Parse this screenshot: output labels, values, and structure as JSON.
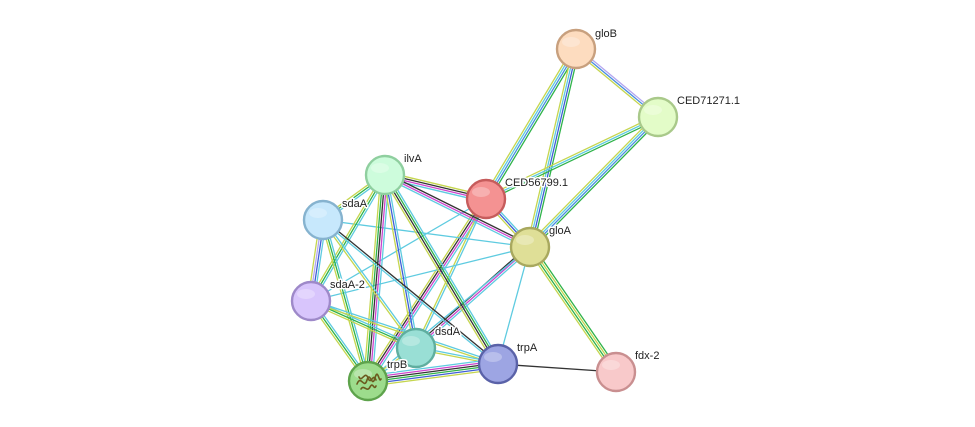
{
  "network": {
    "nodes": [
      {
        "id": "gloB",
        "label": "gloB",
        "fill": "#fddcbf",
        "stroke": "#c8a07e"
      },
      {
        "id": "CED71271.1",
        "label": "CED71271.1",
        "fill": "#e3fcc8",
        "stroke": "#a9c98a"
      },
      {
        "id": "ilvA",
        "label": "ilvA",
        "fill": "#cdfcdc",
        "stroke": "#8fcf9f"
      },
      {
        "id": "CED56799.1",
        "label": "CED56799.1",
        "fill": "#f49292",
        "stroke": "#c65c5c"
      },
      {
        "id": "sdaA",
        "label": "sdaA",
        "fill": "#c7e8fc",
        "stroke": "#86b3cf"
      },
      {
        "id": "gloA",
        "label": "gloA",
        "fill": "#dfdf97",
        "stroke": "#a8a85e"
      },
      {
        "id": "sdaA-2",
        "label": "sdaA-2",
        "fill": "#d8c5fc",
        "stroke": "#9e89c9"
      },
      {
        "id": "dsdA",
        "label": "dsdA",
        "fill": "#99dfd5",
        "stroke": "#5fae9f"
      },
      {
        "id": "trpA",
        "label": "trpA",
        "fill": "#9da5e3",
        "stroke": "#5a62a8"
      },
      {
        "id": "trpB",
        "label": "trpB",
        "fill": "#9ddc8c",
        "stroke": "#5ea34c",
        "structure_icon": "protein-structure-icon"
      },
      {
        "id": "fdx-2",
        "label": "fdx-2",
        "fill": "#f8c9ca",
        "stroke": "#c98f90"
      }
    ],
    "evidence_colors": {
      "database": "#5ecbe0",
      "experiments": "#cc44cc",
      "textmining": "#c5d64f",
      "coexpression": "#333333",
      "neighborhood": "#2fb34a",
      "fusion": "#3f5fd6",
      "cooccurrence": "#4a8fe0",
      "homology": "#b4a6f0"
    },
    "edges": [
      {
        "source": "gloB",
        "target": "CED71271.1",
        "evidence": [
          "homology",
          "cooccurrence",
          "textmining"
        ]
      },
      {
        "source": "gloB",
        "target": "CED56799.1",
        "evidence": [
          "neighborhood",
          "cooccurrence",
          "database",
          "textmining"
        ]
      },
      {
        "source": "gloB",
        "target": "gloA",
        "evidence": [
          "neighborhood",
          "fusion",
          "database",
          "textmining"
        ]
      },
      {
        "source": "CED71271.1",
        "target": "CED56799.1",
        "evidence": [
          "neighborhood",
          "database",
          "textmining"
        ]
      },
      {
        "source": "CED71271.1",
        "target": "gloA",
        "evidence": [
          "neighborhood",
          "cooccurrence",
          "database",
          "textmining"
        ]
      },
      {
        "source": "CED56799.1",
        "target": "gloA",
        "evidence": [
          "database",
          "fusion",
          "textmining"
        ]
      },
      {
        "source": "CED56799.1",
        "target": "ilvA",
        "evidence": [
          "database",
          "experiments",
          "coexpression",
          "textmining"
        ]
      },
      {
        "source": "CED56799.1",
        "target": "trpB",
        "evidence": [
          "database",
          "experiments",
          "coexpression",
          "textmining"
        ]
      },
      {
        "source": "CED56799.1",
        "target": "dsdA",
        "evidence": [
          "database",
          "textmining"
        ]
      },
      {
        "source": "CED56799.1",
        "target": "sdaA-2",
        "evidence": [
          "database"
        ]
      },
      {
        "source": "gloA",
        "target": "fdx-2",
        "evidence": [
          "neighborhood",
          "textmining",
          "neighborhood",
          "textmining"
        ]
      },
      {
        "source": "gloA",
        "target": "ilvA",
        "evidence": [
          "database",
          "experiments",
          "coexpression"
        ]
      },
      {
        "source": "gloA",
        "target": "dsdA",
        "evidence": [
          "database",
          "experiments",
          "coexpression"
        ]
      },
      {
        "source": "gloA",
        "target": "trpA",
        "evidence": [
          "database"
        ]
      },
      {
        "source": "gloA",
        "target": "sdaA",
        "evidence": [
          "database"
        ]
      },
      {
        "source": "gloA",
        "target": "sdaA-2",
        "evidence": [
          "database"
        ]
      },
      {
        "source": "gloA",
        "target": "trpB",
        "evidence": [
          "database"
        ]
      },
      {
        "source": "ilvA",
        "target": "sdaA",
        "evidence": [
          "database",
          "neighborhood",
          "textmining"
        ]
      },
      {
        "source": "ilvA",
        "target": "sdaA-2",
        "evidence": [
          "database",
          "neighborhood",
          "textmining"
        ]
      },
      {
        "source": "ilvA",
        "target": "trpB",
        "evidence": [
          "database",
          "experiments",
          "coexpression",
          "neighborhood",
          "textmining"
        ]
      },
      {
        "source": "ilvA",
        "target": "dsdA",
        "evidence": [
          "database",
          "fusion",
          "textmining"
        ]
      },
      {
        "source": "ilvA",
        "target": "trpA",
        "evidence": [
          "database",
          "neighborhood",
          "coexpression",
          "textmining"
        ]
      },
      {
        "source": "sdaA",
        "target": "sdaA-2",
        "evidence": [
          "database",
          "fusion",
          "homology",
          "textmining"
        ]
      },
      {
        "source": "sdaA",
        "target": "trpB",
        "evidence": [
          "database",
          "neighborhood",
          "textmining"
        ]
      },
      {
        "source": "sdaA",
        "target": "dsdA",
        "evidence": [
          "database",
          "textmining"
        ]
      },
      {
        "source": "sdaA",
        "target": "trpA",
        "evidence": [
          "coexpression",
          "database"
        ]
      },
      {
        "source": "sdaA-2",
        "target": "trpB",
        "evidence": [
          "database",
          "neighborhood",
          "textmining"
        ]
      },
      {
        "source": "sdaA-2",
        "target": "dsdA",
        "evidence": [
          "database",
          "neighborhood",
          "textmining"
        ]
      },
      {
        "source": "sdaA-2",
        "target": "trpA",
        "evidence": [
          "database",
          "textmining"
        ]
      },
      {
        "source": "dsdA",
        "target": "trpB",
        "evidence": [
          "database",
          "textmining"
        ]
      },
      {
        "source": "dsdA",
        "target": "trpA",
        "evidence": [
          "database",
          "textmining"
        ]
      },
      {
        "source": "trpB",
        "target": "trpA",
        "evidence": [
          "database",
          "experiments",
          "coexpression",
          "neighborhood",
          "fusion",
          "textmining"
        ]
      },
      {
        "source": "trpA",
        "target": "fdx-2",
        "evidence": [
          "coexpression"
        ]
      }
    ]
  }
}
